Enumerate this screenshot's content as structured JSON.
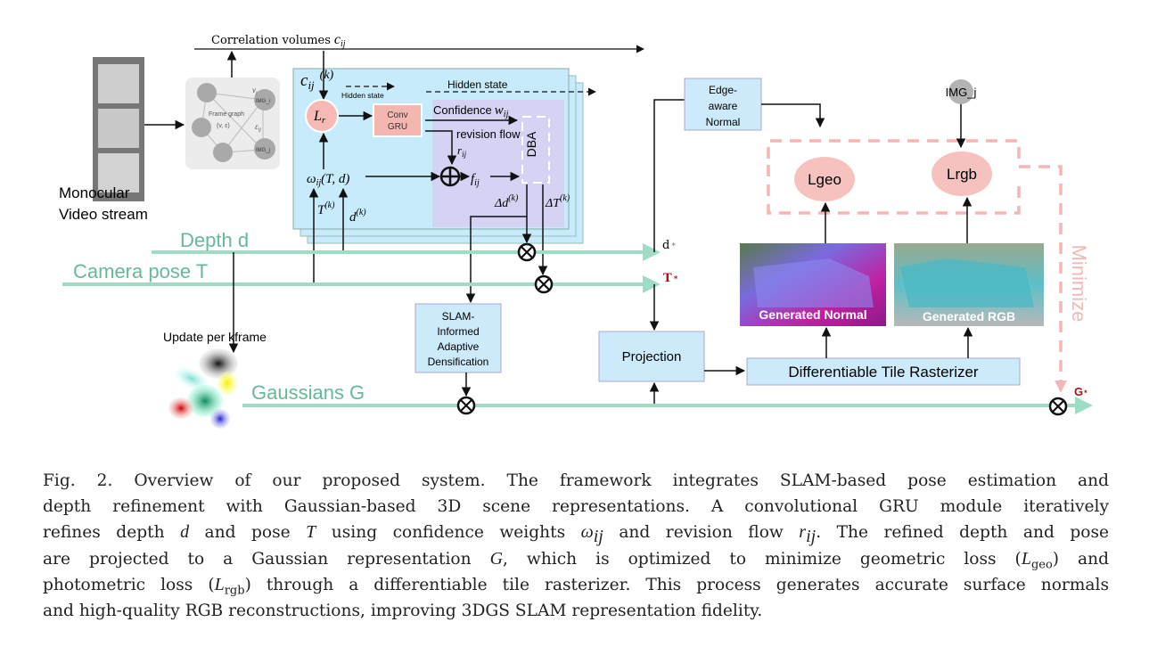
{
  "figure": {
    "input_label_1": "Monocular",
    "input_label_2": "Video stream",
    "frame_graph": {
      "title": "Frame graph",
      "set": "(v, ε)",
      "node_i": "IMG_i",
      "node_j": "IMG_j",
      "vertex": "v",
      "vertex_sub": "i",
      "edge": "ε",
      "edge_sub": "ij"
    },
    "correlation": {
      "label": "Correlation volumes",
      "sym": "c",
      "sub": "ij"
    },
    "update_block": {
      "cij": "c",
      "cij_sub": "ij",
      "cij_sup": "(k)",
      "lr": "L",
      "lr_sub": "r",
      "hidden_small": "Hidden state",
      "hidden_large": "Hidden state",
      "gru_1": "Conv",
      "gru_2": "GRU",
      "confidence": "Confidence",
      "conf_sym": "w",
      "conf_sub": "ij",
      "revision": "revision flow",
      "rev_sym": "r",
      "rev_sub": "ij",
      "omega": "ω",
      "omega_sub": "ij",
      "omega_args": "(T, d)",
      "fij": "f",
      "fij_sub": "ij",
      "dba": "DBA",
      "tk": "T",
      "tk_sup": "(k)",
      "dk": "d",
      "dk_sup": "(k)",
      "delta_d": "Δd",
      "delta_d_sup": "(k)",
      "delta_t": "ΔT",
      "delta_t_sup": "(k)"
    },
    "streams": {
      "depth": "Depth d",
      "pose": "Camera pose T",
      "gaussians": "Gaussians G",
      "d_out": "d",
      "t_out": "T",
      "g_out": "G",
      "star": "*"
    },
    "update_per_kframe": "Update per kframe",
    "slam_box": [
      "SLAM-",
      "Informed",
      "Adaptive",
      "Densification"
    ],
    "edge_box": [
      "Edge-",
      "aware",
      "Normal"
    ],
    "img_j": "IMG_j",
    "loss_geo": "Lgeo",
    "loss_rgb": "Lrgb",
    "minimize": "Minimize",
    "generated_normal": "Generated Normal",
    "generated_rgb": "Generated RGB",
    "projection": "Projection",
    "rasterizer": "Differentiable Tile Rasterizer",
    "colors": {
      "stream": "#9fdcc4",
      "stream_text": "#66b999",
      "box_blue": "#cdeafa",
      "block_blue": "#c7ebfb",
      "purple": "#d4d3f3",
      "pink": "#f6b9b6",
      "dashed_pink": "#f2b7b7",
      "red_label": "#b01010"
    }
  },
  "caption": {
    "l1": "Fig. 2.  Overview of our proposed system. The framework integrates SLAM-based pose estimation and",
    "l2": "depth refinement with Gaussian-based 3D scene representations. A convolutional GRU module iteratively",
    "l3a": "refines depth ",
    "l3d": "d",
    "l3b": " and pose ",
    "l3t": "T",
    "l3c": " using confidence weights ",
    "l3w": "ω",
    "l3ws": "ij",
    "l3e": " and revision flow ",
    "l3r": "r",
    "l3rs": "ij",
    "l3f": ". The refined depth and pose",
    "l4a": "are projected to a Gaussian representation ",
    "l4g": "G",
    "l4b": ", which is optimized to minimize geometric loss (",
    "l4l": "L",
    "l4ls": "geo",
    "l4c": ") and",
    "l5a": "photometric loss (",
    "l5l": "L",
    "l5ls": "rgb",
    "l5b": ") through a differentiable tile rasterizer. This process generates accurate surface normals",
    "l6": "and high-quality RGB reconstructions, improving 3DGS SLAM representation fidelity."
  }
}
